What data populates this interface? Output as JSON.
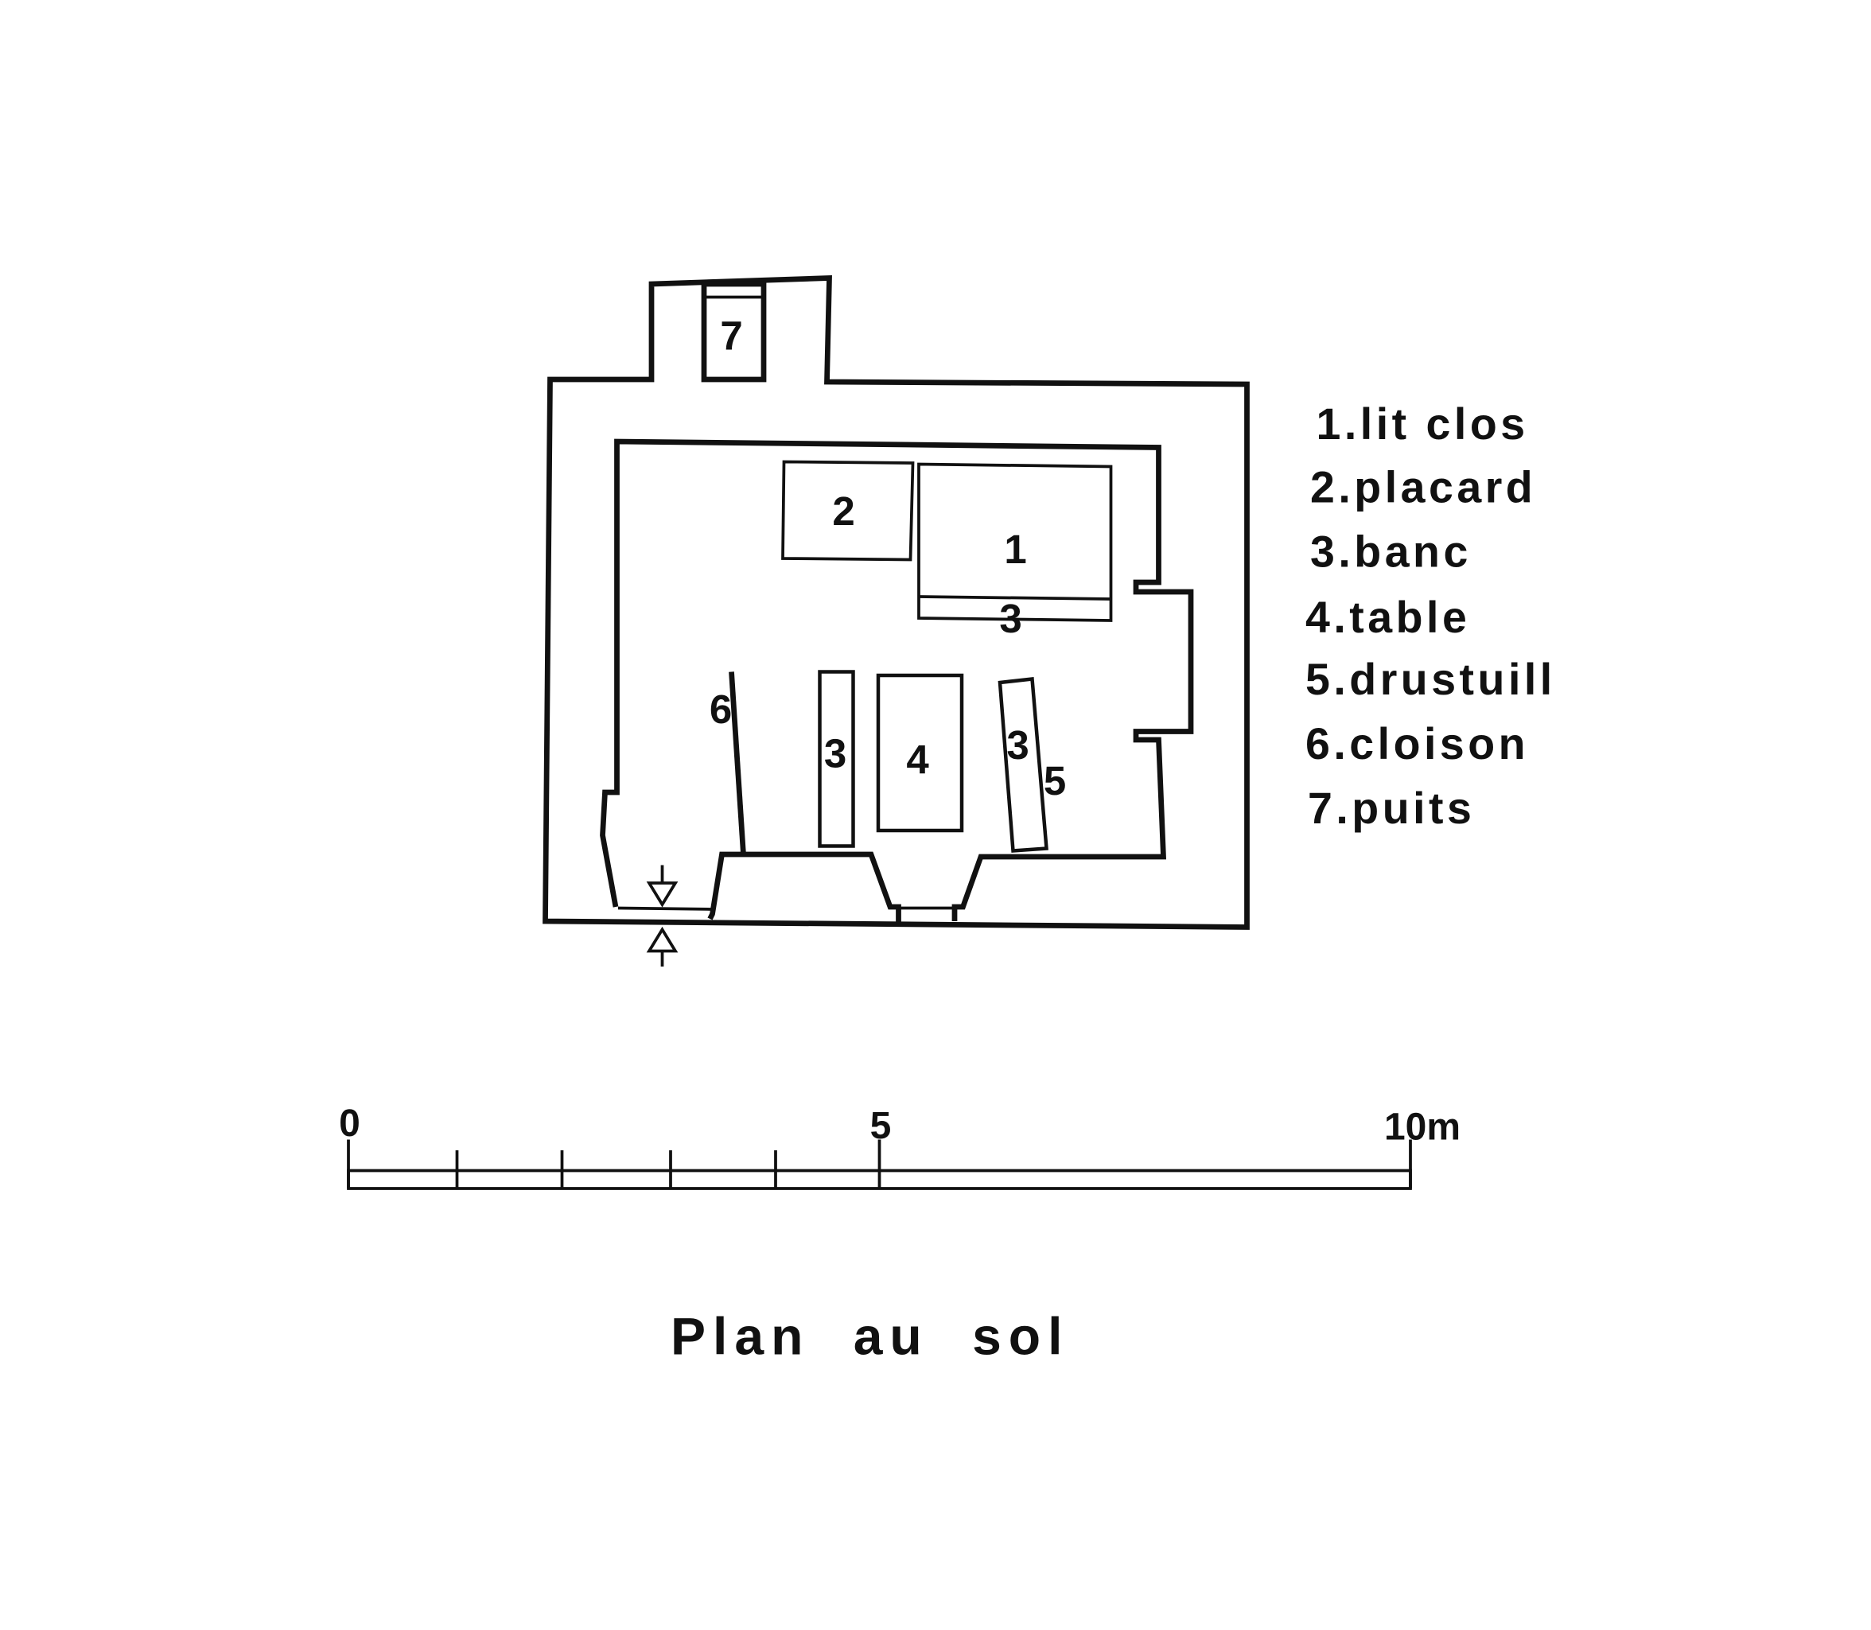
{
  "plan": {
    "labels": {
      "well": "7",
      "closet": "2",
      "box_bed": "1",
      "bench_top": "3",
      "bench_left": "3",
      "table": "4",
      "bench_right": "3",
      "drustuill": "5",
      "partition": "6"
    }
  },
  "legend": [
    "1.lit clos",
    "2.placard",
    "3.banc",
    "4.table",
    "5.drustuill",
    "6.cloison",
    "7.puits"
  ],
  "scale_bar": {
    "label_start": "0",
    "label_mid": "5",
    "label_end": "10m"
  },
  "title": "Plan au sol"
}
